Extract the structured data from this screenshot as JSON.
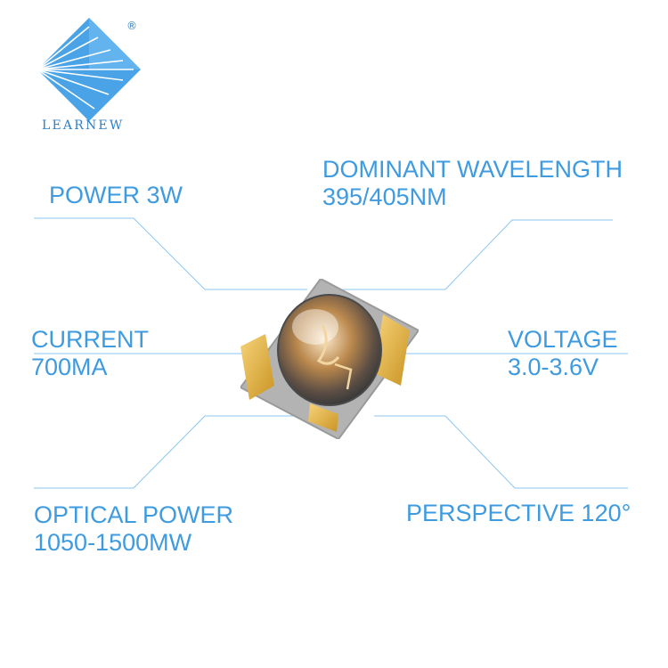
{
  "brand": {
    "name": "LEARNEW",
    "registered_mark": "®",
    "colors": {
      "primary": "#3f9be0",
      "logo": "#4aa3e6",
      "line": "#8cc6ef"
    }
  },
  "specs": {
    "power": {
      "label": "POWER 3W"
    },
    "wavelength": {
      "label": "DOMINANT WAVELENGTH",
      "value": "395/405NM"
    },
    "current": {
      "label": "CURRENT",
      "value": "700MA"
    },
    "voltage": {
      "label": "VOLTAGE",
      "value": "3.0-3.6V"
    },
    "optical_power": {
      "label": "OPTICAL POWER",
      "value": "1050-1500MW"
    },
    "perspective": {
      "label": "PERSPECTIVE 120°"
    }
  },
  "product_image": {
    "icon": "uv-led-chip-icon"
  }
}
